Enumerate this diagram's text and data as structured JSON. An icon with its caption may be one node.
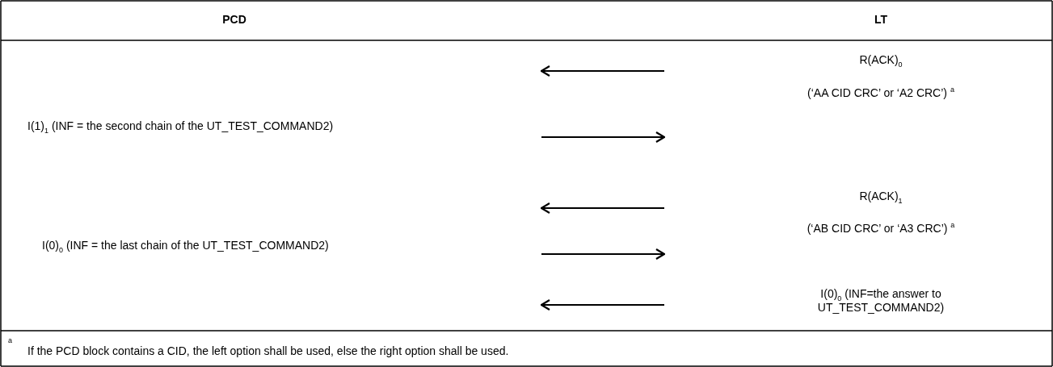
{
  "diagram": {
    "labels": [
      "PCD",
      "LT",
      "R(ACK)$_{0}$",
      "(‘AA CID CRC’ or ‘A2 CRC’) $^{a}$",
      "I(1)$_{1}$ (INF = the second chain of the UT_TEST_COMMAND2)",
      "R(ACK)$_{1}$",
      "(‘AB CID CRC’ or ‘A3 CRC’) $^{a}$",
      "I(0)$_{0}$ (INF = the last chain of the UT_TEST_COMMAND2)",
      "I(0)$_{0}$ (INF=the answer to UT_TEST_COMMAND2)",
      "$^{a}$",
      "If the PCD block contains a CID, the left option shall be used, else the right option shall be used."
    ]
  }
}
